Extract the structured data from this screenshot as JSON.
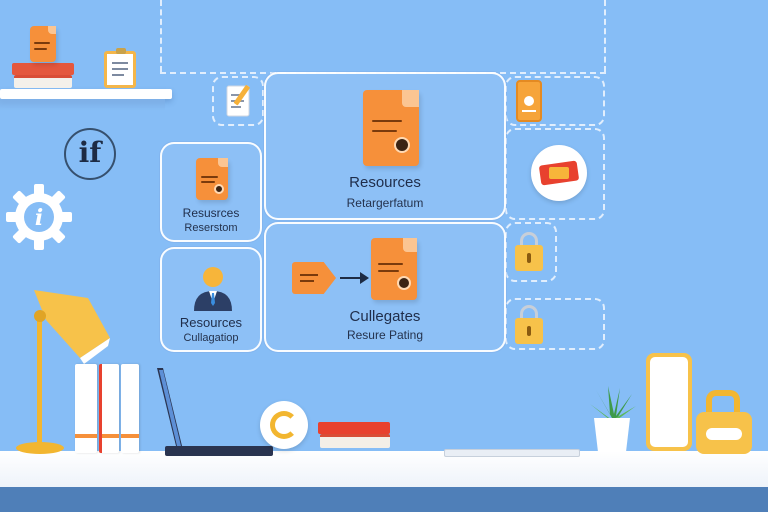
{
  "cards": {
    "main": {
      "title": "Resources",
      "subtitle": "Retargerfatum"
    },
    "left_top": {
      "title": "Resusrces",
      "subtitle": "Reserstom"
    },
    "left_bottom": {
      "title": "Resources",
      "subtitle": "Cullagatiop"
    },
    "bottom": {
      "title": "Cullegates",
      "subtitle": "Resure Pating"
    }
  },
  "colors": {
    "background": "#86BDF6",
    "accent_orange": "#F6903A",
    "card_border": "#FFFFFF",
    "lock_yellow": "#F7C24A",
    "badge_red": "#E8412E"
  },
  "icons": {
    "info_badge": "if"
  }
}
